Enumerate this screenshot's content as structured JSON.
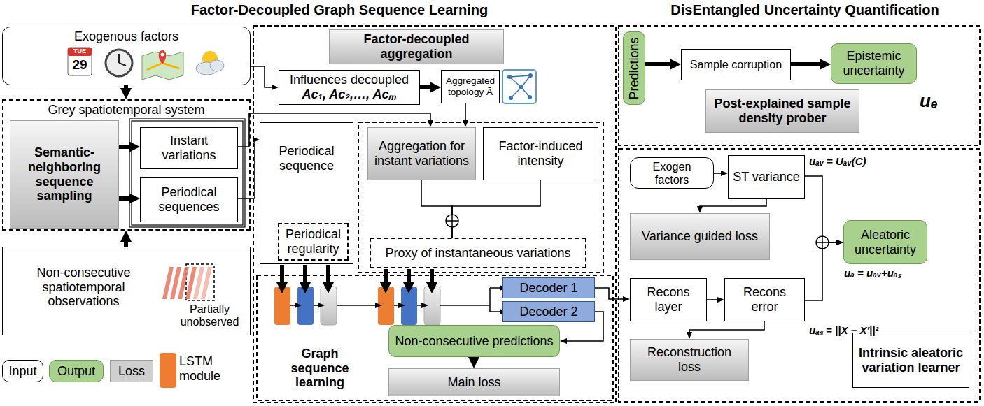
{
  "diagram": {
    "nodes": [
      {
        "text": [
          "Exogenous factors"
        ]
      },
      {
        "text": [
          "Grey spatiotemporal system"
        ]
      },
      {
        "text": [
          "Semantic-neighboring sequence sampling"
        ],
        "in": 1
      },
      {
        "text": [
          "Instant variations"
        ],
        "in": 1
      },
      {
        "text": [
          "Periodical sequences"
        ],
        "in": 1
      },
      {
        "text": [
          "Non-consecutive spatiotemporal observations",
          "Partially unobserved"
        ]
      },
      {
        "text": [
          "Factor-decoupled aggregation"
        ]
      },
      {
        "text": [
          "Influences decoupled",
          "Ac₁, Ac₂,…, Acₘ"
        ]
      },
      {
        "text": [
          "Aggregated topology Ã"
        ]
      },
      {
        "text": [
          "Periodical sequence"
        ]
      },
      {
        "text": [
          "Periodical regularity"
        ],
        "in": 9
      },
      {
        "text": [
          "Aggregation for instant variations"
        ]
      },
      {
        "text": [
          "Factor-induced intensity"
        ]
      },
      {
        "text": [
          "Proxy of instantaneous variations"
        ]
      },
      {
        "text": [
          "Decoder 1"
        ]
      },
      {
        "text": [
          "Decoder 2"
        ]
      },
      {
        "text": [
          "Non-consecutive predictions"
        ]
      },
      {
        "text": [
          "Main loss"
        ]
      },
      {
        "text": [
          "Predictions"
        ]
      },
      {
        "text": [
          "Sample corruption"
        ]
      },
      {
        "text": [
          "Epistemic uncertainty"
        ]
      },
      {
        "text": [
          "Post-explained sample density prober"
        ]
      },
      {
        "text": [
          "Exogen factors"
        ]
      },
      {
        "text": [
          "ST variance"
        ]
      },
      {
        "text": [
          "Variance guided loss"
        ]
      },
      {
        "text": [
          "Aleatoric uncertainty"
        ]
      },
      {
        "text": [
          "Recons layer"
        ]
      },
      {
        "text": [
          "Recons error"
        ]
      },
      {
        "text": [
          "Reconstruction loss"
        ]
      },
      {
        "text": [
          "Intrinsic aleatoric variation learner"
        ]
      }
    ],
    "edges": [
      {
        "from": 0,
        "to": 1,
        "arrow": "to"
      },
      {
        "from": 2,
        "to": 3,
        "arrow": "to"
      },
      {
        "from": 2,
        "to": 4,
        "arrow": "to"
      },
      {
        "from": 5,
        "to": 1,
        "arrow": "to"
      },
      {
        "from": 0,
        "to": 7,
        "arrow": "to"
      },
      {
        "from": 3,
        "to": 11,
        "arrow": "to"
      },
      {
        "from": 8,
        "to": 11,
        "arrow": "to"
      },
      {
        "from": 4,
        "to": 9,
        "arrow": "to"
      },
      {
        "from": 7,
        "to": 8,
        "arrow": "to"
      },
      {
        "from": 11,
        "to": 13,
        "arrow": "none"
      },
      {
        "from": 12,
        "to": 13,
        "arrow": "none"
      },
      {
        "from": 14,
        "to": 26,
        "arrow": "to"
      },
      {
        "from": 15,
        "to": 16,
        "arrow": "to"
      },
      {
        "from": 16,
        "to": 17,
        "arrow": "to"
      },
      {
        "from": 18,
        "to": 19,
        "arrow": "to"
      },
      {
        "from": 19,
        "to": 20,
        "arrow": "to"
      },
      {
        "from": 22,
        "to": 23,
        "arrow": "to"
      },
      {
        "from": 23,
        "to": 24,
        "arrow": "to"
      },
      {
        "from": 23,
        "to": 25,
        "arrow": "to"
      },
      {
        "from": 27,
        "to": 25,
        "arrow": "to"
      },
      {
        "from": 26,
        "to": 27,
        "arrow": "to"
      },
      {
        "from": 27,
        "to": 28,
        "arrow": "to"
      }
    ],
    "labels": [
      "Factor-Decoupled Graph Sequence Learning",
      "DisEntangled Uncertainty Quantification",
      "TUE",
      "29",
      "Graph sequence learning",
      "uₑ",
      "uₐᵥ = Uₐᵥ(C)",
      "uₐ = uₐᵥ+uₐₛ",
      "uₐₛ = ||X − X′||²"
    ],
    "legend": [
      {
        "text": "Input",
        "color": "#ffffff"
      },
      {
        "text": "Output",
        "color": "#a9d18e"
      },
      {
        "text": "Loss",
        "color": "#cfcfcf"
      },
      {
        "text": "LSTM module",
        "color": "#ed7d31"
      }
    ]
  }
}
